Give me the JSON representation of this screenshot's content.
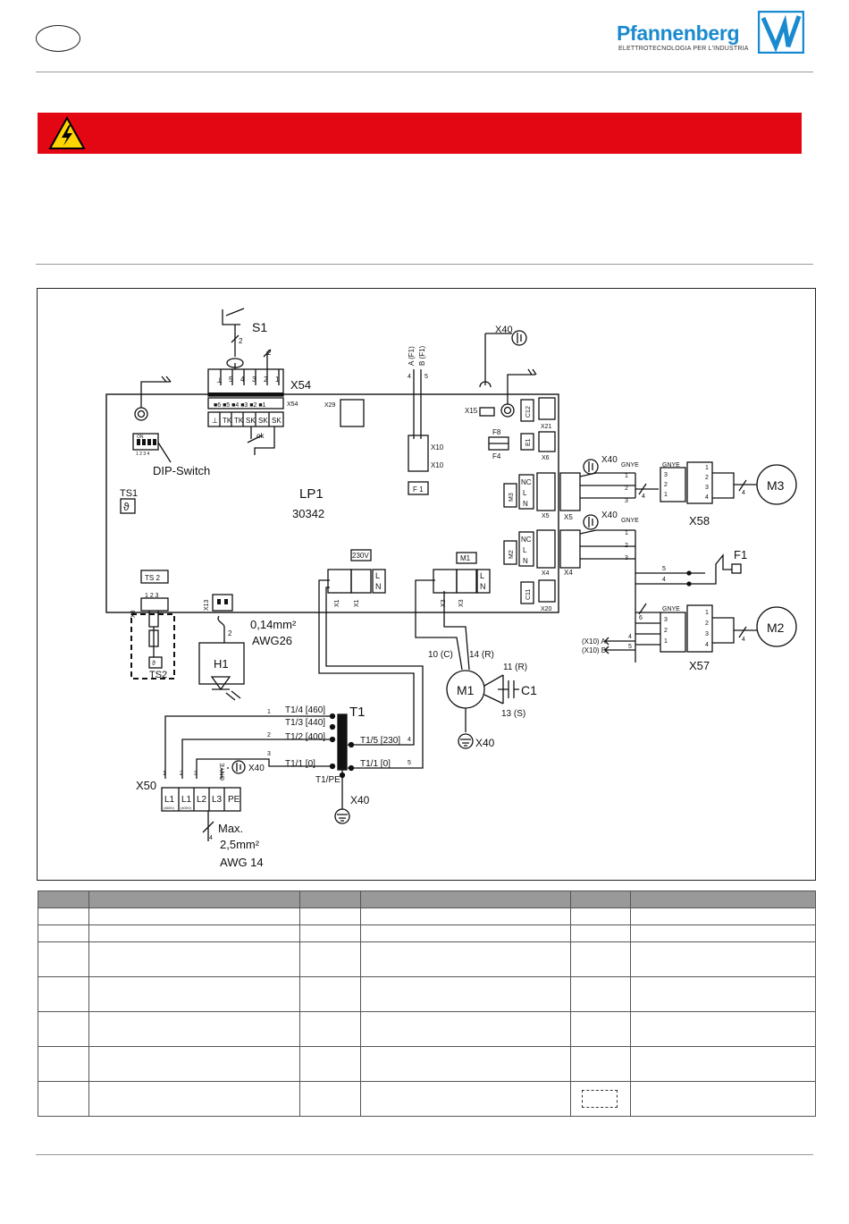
{
  "header": {
    "brand": "Pfannenberg",
    "tagline": "ELETTROTECNOLOGIA PER L'INDUSTRIA"
  },
  "diagram": {
    "components": {
      "S1": "S1",
      "X54": "X54",
      "X54_small": "X54",
      "X29": "X29",
      "X40": "X40",
      "X15": "X15",
      "X10": "X10",
      "F1_box": "F 1",
      "F8": "F8",
      "F4": "F4",
      "C12": "C12",
      "X21": "X21",
      "X6": "X6",
      "E1": "E1",
      "M3_box": "M3",
      "X5": "X5",
      "M2_box": "M2",
      "X4": "X4",
      "C11": "C11",
      "X20": "X20",
      "dip_switch": "DIP-Switch",
      "dip_on": "ON",
      "dip_nums": "1 2 3 4",
      "TS1": "TS1",
      "TS2_box": "TS 2",
      "TS2": "TS2",
      "X8": "X8",
      "X13": "X13",
      "LP1": "LP1",
      "LP1_num": "30342",
      "v230": "230V",
      "X1": "X1",
      "M1_box": "M1",
      "X3": "X3",
      "H1": "H1",
      "wire_size": "0,14mm²",
      "wire_awg": "AWG26",
      "T1": "T1",
      "T1_4": "T1/4 [460]",
      "T1_3": "T1/3 [440]",
      "T1_2": "T1/2 [400]",
      "T1_1L": "T1/1 [0]",
      "T1_5": "T1/5 [230]",
      "T1_1R": "T1/1 [0]",
      "T1_PE": "T1/PE",
      "X50": "X50",
      "max": "Max.",
      "max_size": "2,5mm²",
      "max_awg": "AWG 14",
      "M1": "M1",
      "C1": "C1",
      "m1_10": "10 (C)",
      "m1_14": "14 (R)",
      "m1_11": "11 (R)",
      "m1_13": "13 (S)",
      "M3": "M3",
      "X58": "X58",
      "M2": "M2",
      "X57": "X57",
      "F1": "F1",
      "x10a": "(X10) A",
      "x10b": "(X10) B",
      "gnye": "GNYE",
      "fi_a": "A (F1)",
      "fi_b": "B (F1)",
      "tk": "TK",
      "sk": "SK",
      "ok": "ok",
      "nc": "NC",
      "l": "L",
      "n": "N",
      "x50_terms": [
        "L1",
        "L1",
        "L2",
        "L3",
        "PE"
      ],
      "x50_sub1": "(460V)",
      "x50_sub2": "(400V)"
    }
  },
  "legend_table": {
    "rows": 7
  }
}
